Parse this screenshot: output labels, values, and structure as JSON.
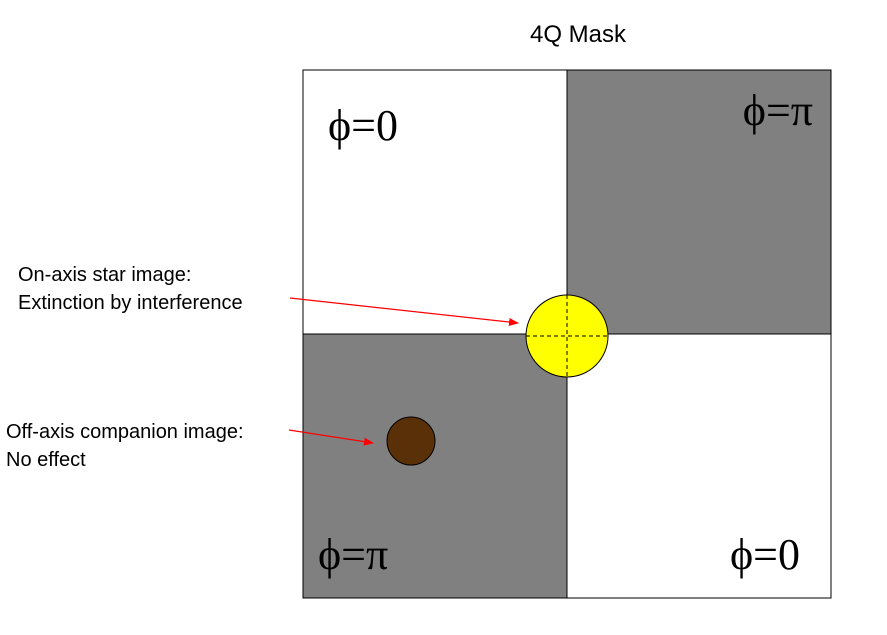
{
  "title": "4Q Mask",
  "quadrants": {
    "top_left": {
      "phase": "ϕ=0",
      "color": "#ffffff"
    },
    "top_right": {
      "phase": "ϕ=π",
      "color": "#808080"
    },
    "bottom_left": {
      "phase": "ϕ=π",
      "color": "#808080"
    },
    "bottom_right": {
      "phase": "ϕ=0",
      "color": "#ffffff"
    }
  },
  "star_annotation": {
    "line1": "On-axis star image:",
    "line2": "Extinction by interference"
  },
  "companion_annotation": {
    "line1": "Off-axis companion image:",
    "line2": "No effect"
  },
  "colors": {
    "star": "#ffff00",
    "companion": "#5a3009",
    "arrow": "#ff0000",
    "border": "#000000"
  }
}
